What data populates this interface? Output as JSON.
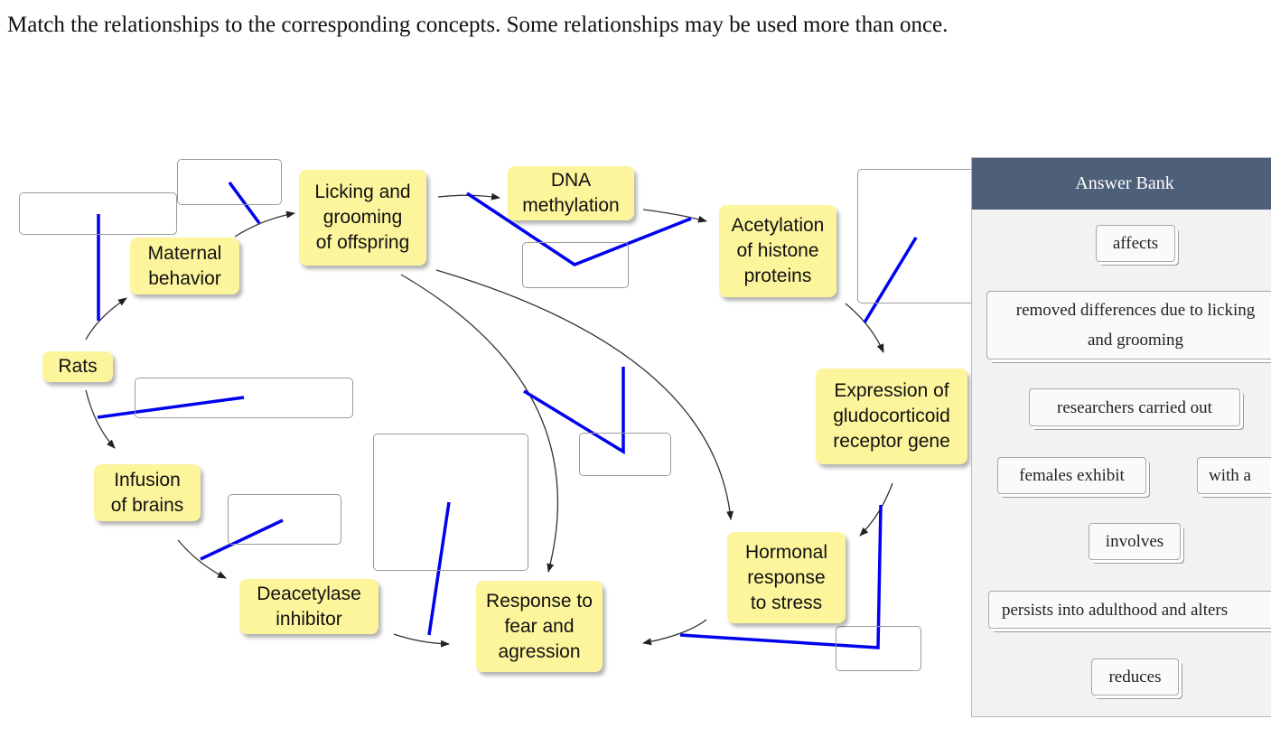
{
  "instruction": "Match the relationships to the corresponding concepts. Some relationships may be used more than once.",
  "concepts": {
    "maternal_behavior": "Maternal\nbehavior",
    "licking_grooming": "Licking and\ngrooming\nof offspring",
    "dna_methylation": "DNA\nmethylation",
    "acetylation": "Acetylation\nof histone\nproteins",
    "rats": "Rats",
    "expression_receptor": "Expression of\ngludocorticoid\nreceptor gene",
    "infusion_brains": "Infusion\nof brains",
    "deacetylase_inhibitor": "Deacetylase\ninhibitor",
    "response_fear": "Response to\nfear and\nagression",
    "hormonal_response": "Hormonal\nresponse\nto stress"
  },
  "answer_bank": {
    "title": "Answer Bank",
    "chips": [
      "affects",
      "removed differences due to licking and grooming",
      "researchers carried out",
      "females exhibit",
      "with a",
      "involves",
      "persists into adulthood and alters",
      "reduces"
    ]
  },
  "colors": {
    "concept_fill": "#fdf59c",
    "connector_blue": "#0000ee",
    "bank_header": "#4e5f79"
  }
}
